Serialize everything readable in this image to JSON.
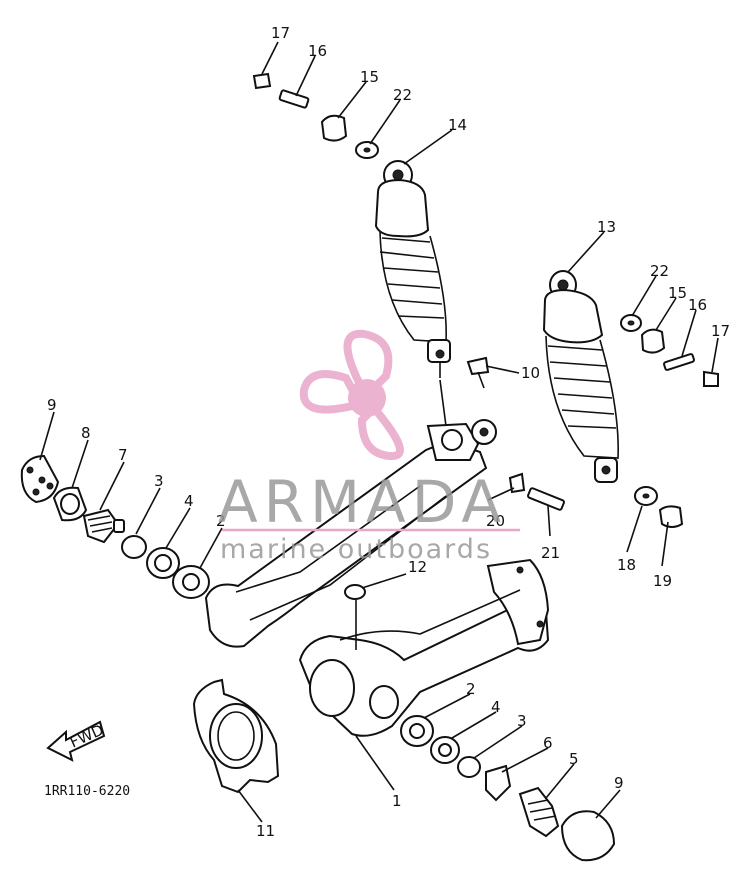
{
  "diagram": {
    "code": "1RR110-6220",
    "fwd_label": "FWD",
    "labels": [
      {
        "id": "17a",
        "text": "17"
      },
      {
        "id": "16a",
        "text": "16"
      },
      {
        "id": "15a",
        "text": "15"
      },
      {
        "id": "22a",
        "text": "22"
      },
      {
        "id": "14",
        "text": "14"
      },
      {
        "id": "13",
        "text": "13"
      },
      {
        "id": "22b",
        "text": "22"
      },
      {
        "id": "15b",
        "text": "15"
      },
      {
        "id": "16b",
        "text": "16"
      },
      {
        "id": "17b",
        "text": "17"
      },
      {
        "id": "10",
        "text": "10"
      },
      {
        "id": "9a",
        "text": "9"
      },
      {
        "id": "8",
        "text": "8"
      },
      {
        "id": "7",
        "text": "7"
      },
      {
        "id": "3a",
        "text": "3"
      },
      {
        "id": "4a",
        "text": "4"
      },
      {
        "id": "2a",
        "text": "2"
      },
      {
        "id": "12",
        "text": "12"
      },
      {
        "id": "20",
        "text": "20"
      },
      {
        "id": "21",
        "text": "21"
      },
      {
        "id": "18",
        "text": "18"
      },
      {
        "id": "19",
        "text": "19"
      },
      {
        "id": "2b",
        "text": "2"
      },
      {
        "id": "4b",
        "text": "4"
      },
      {
        "id": "3b",
        "text": "3"
      },
      {
        "id": "6",
        "text": "6"
      },
      {
        "id": "5",
        "text": "5"
      },
      {
        "id": "9b",
        "text": "9"
      },
      {
        "id": "1",
        "text": "1"
      },
      {
        "id": "11",
        "text": "11"
      }
    ]
  },
  "watermark": {
    "brand": "ARMADA",
    "tagline": "marine outboards",
    "color": "#e8a6c8"
  }
}
